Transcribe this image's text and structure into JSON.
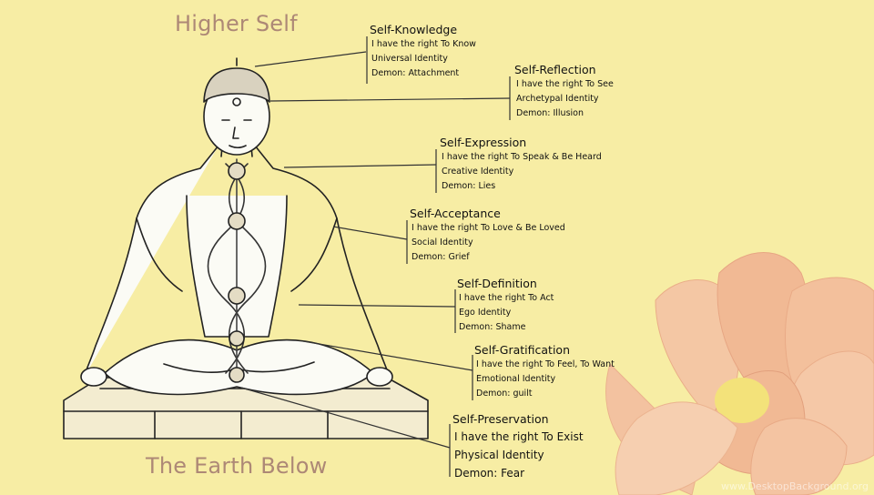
{
  "headings": {
    "top": "Higher Self",
    "bottom": "The Earth Below"
  },
  "chakras": [
    {
      "title": "Self-Knowledge",
      "lines": [
        "I have the right To Know",
        "Universal Identity",
        "Demon: Attachment"
      ]
    },
    {
      "title": "Self-Reflection",
      "lines": [
        "I have the right To See",
        "Archetypal Identity",
        "Demon: Illusion"
      ]
    },
    {
      "title": "Self-Expression",
      "lines": [
        "I have the right To Speak & Be Heard",
        "Creative Identity",
        "Demon: Lies"
      ]
    },
    {
      "title": "Self-Acceptance",
      "lines": [
        "I have the right To Love & Be Loved",
        "Social Identity",
        "Demon: Grief"
      ]
    },
    {
      "title": "Self-Definition",
      "lines": [
        "I have the right To Act",
        "Ego Identity",
        "Demon: Shame"
      ]
    },
    {
      "title": "Self-Gratification",
      "lines": [
        "I have the right To Feel, To Want",
        "Emotional Identity",
        "Demon: guilt"
      ]
    },
    {
      "title": "Self-Preservation",
      "lines": [
        "I have the right To Exist",
        "Physical Identity",
        "Demon: Fear"
      ]
    }
  ],
  "watermark": "www.DesktopBackground.org",
  "colors": {
    "background": "#f7eda4",
    "heading": "#ad8876",
    "lotus": "#f2b590",
    "lotus_center": "#f3e27a",
    "ink": "#222222"
  }
}
